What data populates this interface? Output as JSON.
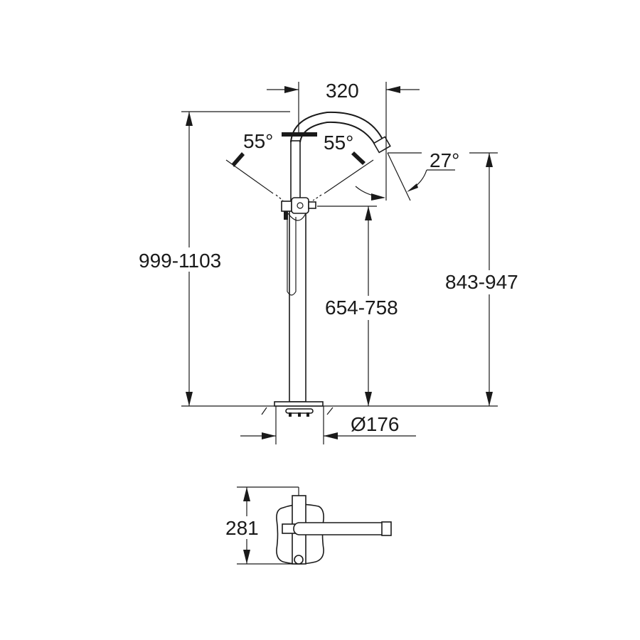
{
  "drawing": {
    "dimensions": {
      "total_height": "999-1103",
      "spout_reach": "320",
      "handle_angle_left": "55°",
      "handle_angle_right": "55°",
      "spout_angle": "27°",
      "handle_height": "654-758",
      "spout_outlet_height": "843-947",
      "base_diameter": "Ø176",
      "plan_depth": "281"
    },
    "line_color": "#1a1a1a",
    "background": "#ffffff"
  }
}
